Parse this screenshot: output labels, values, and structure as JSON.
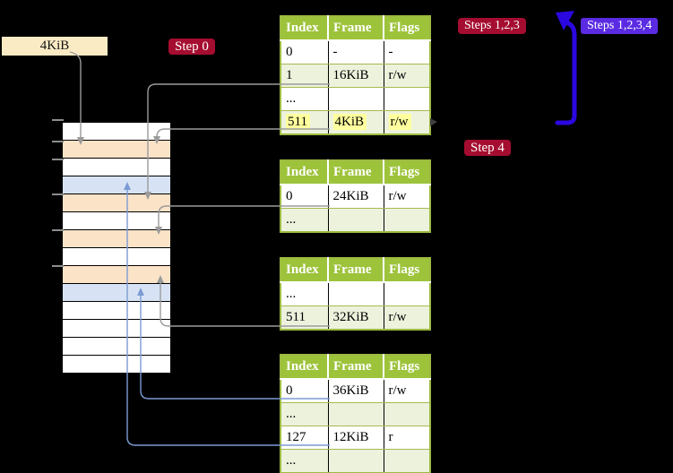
{
  "frame_label": {
    "text": "4KiB"
  },
  "badges": {
    "step0": "Step 0",
    "steps123": "Steps 1,2,3",
    "steps1234": "Steps 1,2,3,4",
    "step4": "Step 4"
  },
  "tables": [
    {
      "id": "table-1",
      "headers": [
        "Index",
        "Frame",
        "Flags"
      ],
      "rows": [
        {
          "cells": [
            "0",
            "-",
            "-"
          ],
          "tint": false,
          "highlight": false
        },
        {
          "cells": [
            "1",
            "16KiB",
            "r/w"
          ],
          "tint": true,
          "highlight": false
        },
        {
          "cells": [
            "...",
            "",
            ""
          ],
          "tint": false,
          "highlight": false
        },
        {
          "cells": [
            "511",
            "4KiB",
            "r/w"
          ],
          "tint": true,
          "highlight": true
        }
      ]
    },
    {
      "id": "table-2",
      "headers": [
        "Index",
        "Frame",
        "Flags"
      ],
      "rows": [
        {
          "cells": [
            "0",
            "24KiB",
            "r/w"
          ],
          "tint": false,
          "highlight": false
        },
        {
          "cells": [
            "...",
            "",
            ""
          ],
          "tint": true,
          "highlight": false
        }
      ]
    },
    {
      "id": "table-3",
      "headers": [
        "Index",
        "Frame",
        "Flags"
      ],
      "rows": [
        {
          "cells": [
            "...",
            "",
            ""
          ],
          "tint": false,
          "highlight": false
        },
        {
          "cells": [
            "511",
            "32KiB",
            "r/w"
          ],
          "tint": true,
          "highlight": false
        }
      ]
    },
    {
      "id": "table-4",
      "headers": [
        "Index",
        "Frame",
        "Flags"
      ],
      "rows": [
        {
          "cells": [
            "0",
            "36KiB",
            "r/w"
          ],
          "tint": false,
          "highlight": false
        },
        {
          "cells": [
            "...",
            "",
            ""
          ],
          "tint": true,
          "highlight": false
        },
        {
          "cells": [
            "127",
            "12KiB",
            "r"
          ],
          "tint": false,
          "highlight": false
        },
        {
          "cells": [
            "...",
            "",
            ""
          ],
          "tint": true,
          "highlight": false
        }
      ]
    }
  ],
  "memory": {
    "rows": [
      "white",
      "orange",
      "white",
      "blue",
      "orange",
      "white",
      "orange",
      "white",
      "orange",
      "blue",
      "white",
      "white",
      "white",
      "white"
    ],
    "tick_count": 6
  },
  "colors": {
    "header_green": "#9DC33B",
    "border_green": "#9CBA41",
    "row_green": "#EDF2DD",
    "row_white": "#FFFFFF",
    "olive_row_border": "#A6BA50",
    "highlight_yellow": "#FFFF9E",
    "badge_red": "#A50D30",
    "badge_blue": "#5A2BE2",
    "arrow_blue_bold": "#2B08E0",
    "connector_gray": "#9B9B9B",
    "connector_blue": "#7C9BD3",
    "frame_label_bg": "#FBEBC4",
    "mem_orange": "#FBE3C8",
    "mem_blue": "#D7E3F4",
    "tick_gray": "#8C8C8C"
  }
}
